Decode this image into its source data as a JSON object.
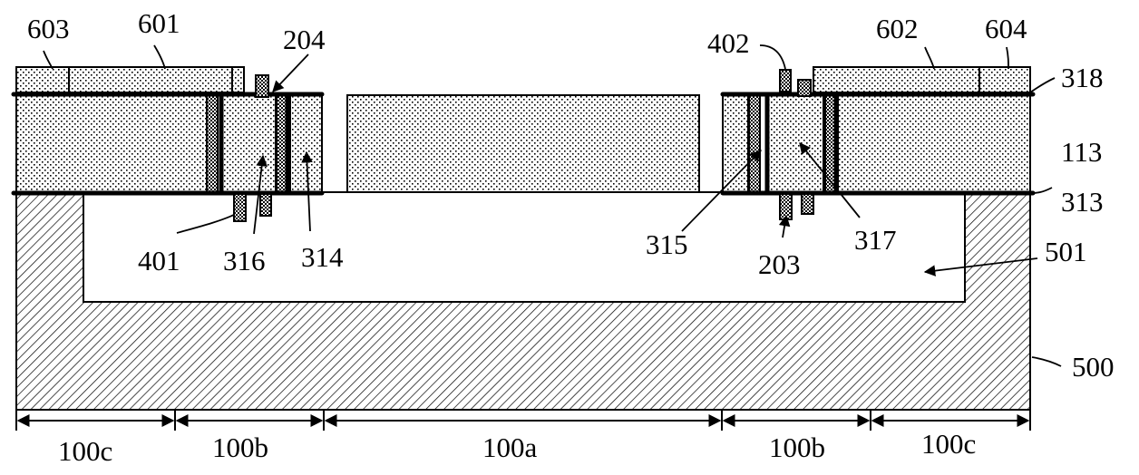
{
  "labels": {
    "l603": "603",
    "l601": "601",
    "l204": "204",
    "l402": "402",
    "l602": "602",
    "l604": "604",
    "l318": "318",
    "l113": "113",
    "l313": "313",
    "l401": "401",
    "l316": "316",
    "l314": "314",
    "l315": "315",
    "l203": "203",
    "l317": "317",
    "l501": "501",
    "l500": "500"
  },
  "dimensions": {
    "d1": "100c",
    "d2": "100b",
    "d3": "100a",
    "d4": "100b",
    "d5": "100c"
  }
}
